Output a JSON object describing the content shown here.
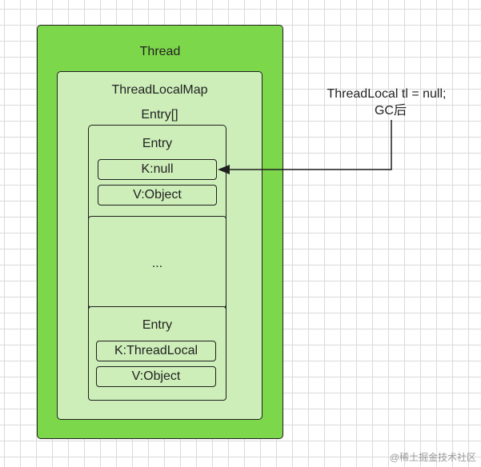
{
  "thread": {
    "label": "Thread"
  },
  "map": {
    "label": "ThreadLocalMap",
    "array_label": "Entry[]"
  },
  "entries": [
    {
      "label": "Entry",
      "key": "K:null",
      "value": "V:Object"
    },
    {
      "label": "..."
    },
    {
      "label": "Entry",
      "key": "K:ThreadLocal",
      "value": "V:Object"
    }
  ],
  "annotation": {
    "line1": "ThreadLocal tl  = null;",
    "line2": "GC后"
  },
  "watermark": "@稀土掘金技术社区",
  "colors": {
    "thread_fill": "#7dd74a",
    "map_fill": "#cdeeb9",
    "border": "#1f1f1f",
    "grid": "#dadada"
  }
}
